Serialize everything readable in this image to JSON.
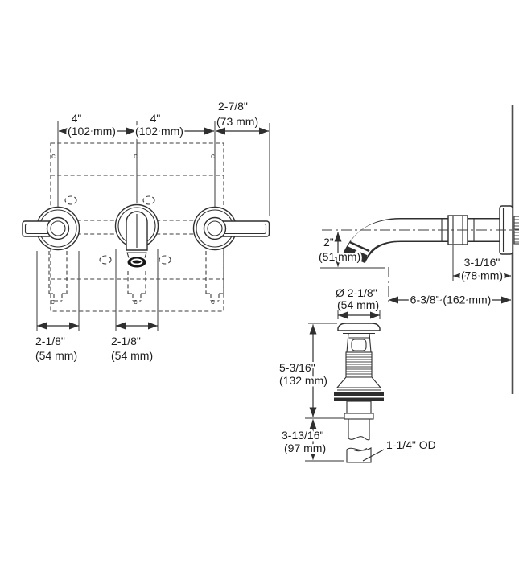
{
  "diagram_title": "wall-mount-faucet-and-drain-roughing-in-dimensions",
  "colors": {
    "line": "#2f2f2f",
    "text": "#1c1c1c",
    "wall": "#4d4d4d"
  },
  "front_view": {
    "centerline_mark": "c",
    "dims": {
      "spacing_left": {
        "in": "4\"",
        "mm": "(102 mm)"
      },
      "spacing_right": {
        "in": "4\"",
        "mm": "(102 mm)"
      },
      "handle_reach": {
        "in": "2-7/8\"",
        "mm": "(73 mm)"
      },
      "left_escutcheon": {
        "in": "2-1/8\"",
        "mm": "(54 mm)"
      },
      "spout_escutcheon": {
        "in": "2-1/8\"",
        "mm": "(54 mm)"
      }
    }
  },
  "side_view": {
    "dims": {
      "spout_drop": {
        "in": "2\"",
        "mm": "(51 mm)"
      },
      "valve_depth": {
        "in": "3-1/16\"",
        "mm": "(78 mm)"
      },
      "spout_reach": {
        "combined": "6-3/8\" (162 mm)"
      }
    }
  },
  "drain_view": {
    "dims": {
      "flange_diameter": {
        "in": "Ø 2-1/8\"",
        "mm": "(54 mm)"
      },
      "body_length": {
        "in": "5-3/16\"",
        "mm": "(132 mm)"
      },
      "tailpiece_length": {
        "in": "3-13/16\"",
        "mm": "(97 mm)"
      },
      "tailpiece_od": "1-1/4\" OD"
    }
  }
}
